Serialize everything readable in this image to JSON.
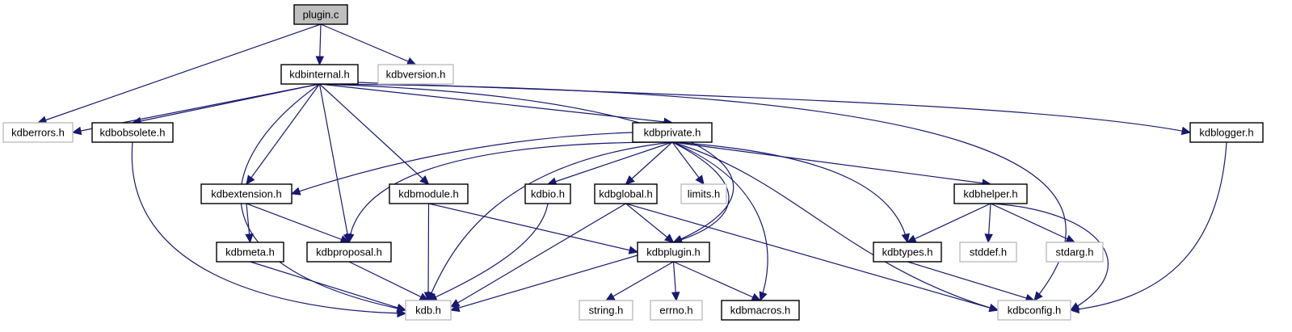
{
  "graph": {
    "title": "plugin.c",
    "colors": {
      "edge": "#191970",
      "root_fill": "#bfbfbf",
      "documented_border": "#000000",
      "undocumented_border": "#bfbfbf"
    },
    "nodes": [
      {
        "id": "plugin_c",
        "label": "plugin.c",
        "kind": "root"
      },
      {
        "id": "kdbinternal",
        "label": "kdbinternal.h",
        "kind": "documented"
      },
      {
        "id": "kdbversion",
        "label": "kdbversion.h",
        "kind": "external"
      },
      {
        "id": "kdberrors",
        "label": "kdberrors.h",
        "kind": "external"
      },
      {
        "id": "kdbobsolete",
        "label": "kdbobsolete.h",
        "kind": "documented"
      },
      {
        "id": "kdbprivate",
        "label": "kdbprivate.h",
        "kind": "documented"
      },
      {
        "id": "kdblogger",
        "label": "kdblogger.h",
        "kind": "documented"
      },
      {
        "id": "kdbextension",
        "label": "kdbextension.h",
        "kind": "documented"
      },
      {
        "id": "kdbmodule",
        "label": "kdbmodule.h",
        "kind": "documented"
      },
      {
        "id": "kdbio",
        "label": "kdbio.h",
        "kind": "documented"
      },
      {
        "id": "kdbglobal",
        "label": "kdbglobal.h",
        "kind": "documented"
      },
      {
        "id": "limits",
        "label": "limits.h",
        "kind": "external"
      },
      {
        "id": "kdbhelper",
        "label": "kdbhelper.h",
        "kind": "documented"
      },
      {
        "id": "kdbmeta",
        "label": "kdbmeta.h",
        "kind": "documented"
      },
      {
        "id": "kdbproposal",
        "label": "kdbproposal.h",
        "kind": "documented"
      },
      {
        "id": "kdbplugin",
        "label": "kdbplugin.h",
        "kind": "documented"
      },
      {
        "id": "kdbtypes",
        "label": "kdbtypes.h",
        "kind": "documented"
      },
      {
        "id": "stddef",
        "label": "stddef.h",
        "kind": "external"
      },
      {
        "id": "stdarg",
        "label": "stdarg.h",
        "kind": "external"
      },
      {
        "id": "kdb",
        "label": "kdb.h",
        "kind": "external"
      },
      {
        "id": "string",
        "label": "string.h",
        "kind": "external"
      },
      {
        "id": "errno",
        "label": "errno.h",
        "kind": "external"
      },
      {
        "id": "kdbmacros",
        "label": "kdbmacros.h",
        "kind": "documented"
      },
      {
        "id": "kdbconfig",
        "label": "kdbconfig.h",
        "kind": "external"
      }
    ],
    "edges": [
      [
        "plugin_c",
        "kdberrors"
      ],
      [
        "plugin_c",
        "kdbinternal"
      ],
      [
        "plugin_c",
        "kdbversion"
      ],
      [
        "kdbinternal",
        "kdberrors"
      ],
      [
        "kdbinternal",
        "kdbobsolete"
      ],
      [
        "kdbinternal",
        "kdbprivate"
      ],
      [
        "kdbinternal",
        "kdblogger"
      ],
      [
        "kdbinternal",
        "kdbextension"
      ],
      [
        "kdbinternal",
        "kdbmodule"
      ],
      [
        "kdbinternal",
        "kdbproposal"
      ],
      [
        "kdbinternal",
        "kdb"
      ],
      [
        "kdbinternal",
        "kdbplugin"
      ],
      [
        "kdbinternal",
        "kdbconfig"
      ],
      [
        "kdbobsolete",
        "kdb"
      ],
      [
        "kdbprivate",
        "kdbextension"
      ],
      [
        "kdbprivate",
        "kdbproposal"
      ],
      [
        "kdbprivate",
        "kdb"
      ],
      [
        "kdbprivate",
        "kdbio"
      ],
      [
        "kdbprivate",
        "kdbglobal"
      ],
      [
        "kdbprivate",
        "limits"
      ],
      [
        "kdbprivate",
        "kdbplugin"
      ],
      [
        "kdbprivate",
        "kdbmacros"
      ],
      [
        "kdbprivate",
        "kdbconfig"
      ],
      [
        "kdbprivate",
        "kdbtypes"
      ],
      [
        "kdbprivate",
        "kdbhelper"
      ],
      [
        "kdblogger",
        "kdbconfig"
      ],
      [
        "kdbextension",
        "kdbmeta"
      ],
      [
        "kdbextension",
        "kdbproposal"
      ],
      [
        "kdbmodule",
        "kdb"
      ],
      [
        "kdbmodule",
        "kdbplugin"
      ],
      [
        "kdbio",
        "kdb"
      ],
      [
        "kdbglobal",
        "kdb"
      ],
      [
        "kdbglobal",
        "kdbplugin"
      ],
      [
        "kdbglobal",
        "kdbconfig"
      ],
      [
        "kdbhelper",
        "kdbtypes"
      ],
      [
        "kdbhelper",
        "stddef"
      ],
      [
        "kdbhelper",
        "stdarg"
      ],
      [
        "kdbhelper",
        "kdbconfig"
      ],
      [
        "kdbmeta",
        "kdb"
      ],
      [
        "kdbproposal",
        "kdb"
      ],
      [
        "kdbplugin",
        "kdb"
      ],
      [
        "kdbplugin",
        "string"
      ],
      [
        "kdbplugin",
        "errno"
      ],
      [
        "kdbplugin",
        "kdbmacros"
      ],
      [
        "kdbtypes",
        "kdbconfig"
      ]
    ]
  }
}
